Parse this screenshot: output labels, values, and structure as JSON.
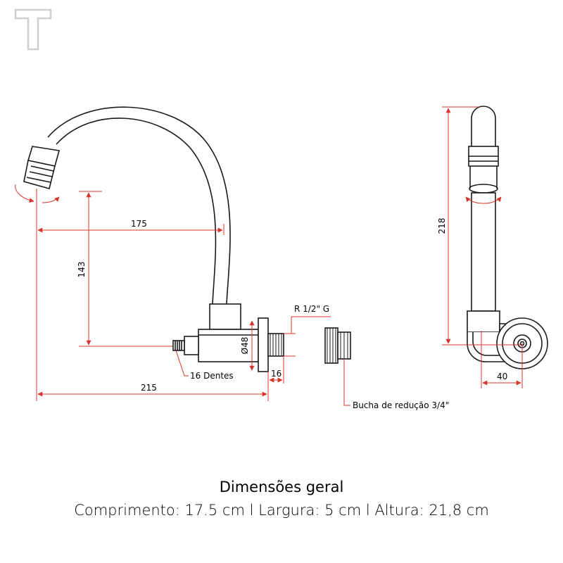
{
  "dimensions": {
    "spout_reach": "175",
    "spout_height": "143",
    "total_length": "215",
    "body_diameter": "Ø48",
    "thread_length": "16",
    "thread_spec": "R 1/2\" G",
    "height": "218",
    "depth": "40"
  },
  "callouts": {
    "aerator_teeth": "16 Dentes",
    "reducer_bushing": "Bucha de redução 3/4\""
  },
  "caption": {
    "title": "Dimensões geral",
    "specs": "Comprimento: 17.5 cm l Largura: 5 cm l Altura: 21,8 cm"
  },
  "colors": {
    "dimension_line": "#d9342b",
    "outline": "#1a1a1a",
    "logo": "#c8c8c8"
  }
}
